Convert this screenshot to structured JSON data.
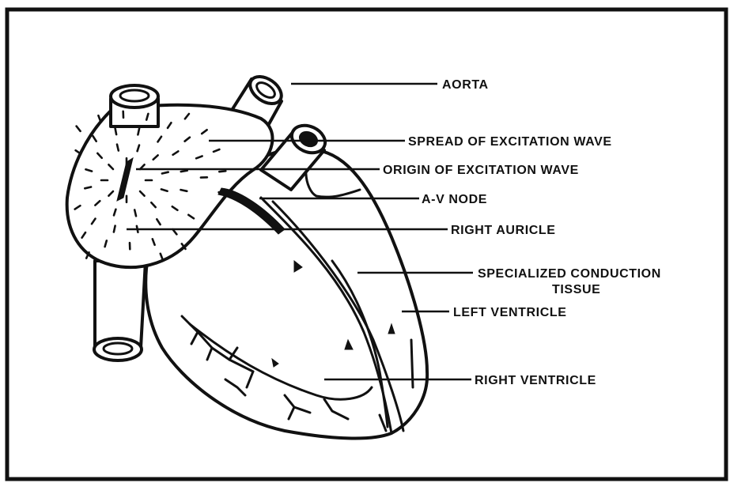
{
  "labels": {
    "aorta": "AORTA",
    "spread": "SPREAD OF EXCITATION WAVE",
    "origin": "ORIGIN OF EXCITATION WAVE",
    "av_node": "A-V NODE",
    "right_auricle": "RIGHT AURICLE",
    "specialized_line1": "SPECIALIZED CONDUCTION",
    "specialized_line2": "TISSUE",
    "left_ventricle": "LEFT VENTRICLE",
    "right_ventricle": "RIGHT VENTRICLE"
  },
  "colors": {
    "ink": "#111111",
    "background": "#ffffff"
  }
}
